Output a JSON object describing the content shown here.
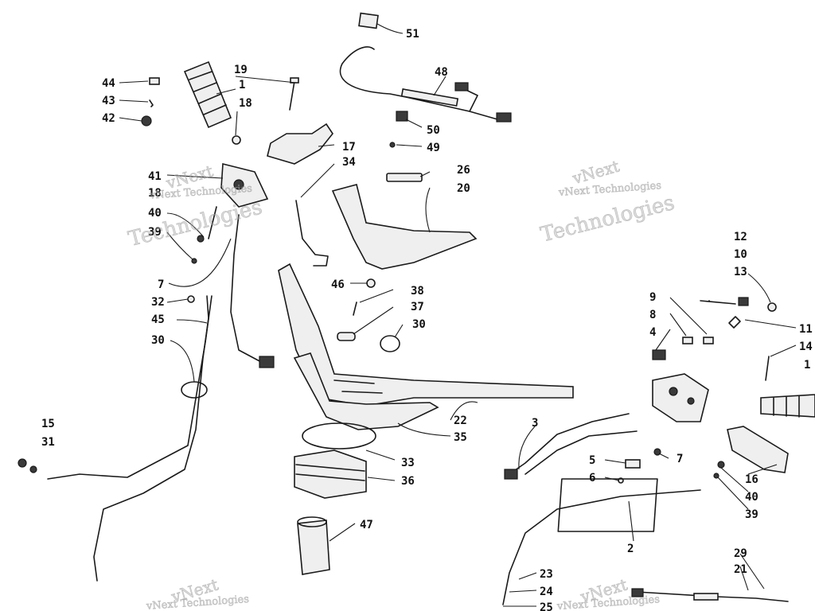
{
  "colors": {
    "ink": "#1a1a1a",
    "watermark": "#aaaaaa",
    "background": "#ffffff"
  },
  "watermark": {
    "line1": "vNext",
    "line2": "Technologies",
    "combined": "vNext Technologies"
  },
  "callouts": {
    "c51": "51",
    "c48": "48",
    "c19": "19",
    "c1a": "1",
    "c44": "44",
    "c43": "43",
    "c42": "42",
    "c18a": "18",
    "c50": "50",
    "c49": "49",
    "c17": "17",
    "c34": "34",
    "c26": "26",
    "c20": "20",
    "c41": "41",
    "c18b": "18",
    "c40a": "40",
    "c39a": "39",
    "c46": "46",
    "c7a": "7",
    "c38": "38",
    "c37": "37",
    "c32": "32",
    "c45": "45",
    "c30a": "30",
    "c30b": "30",
    "c12": "12",
    "c10": "10",
    "c13": "13",
    "c9": "9",
    "c8": "8",
    "c4": "4",
    "c11": "11",
    "c14": "14",
    "c1b": "1",
    "c3": "3",
    "c22": "22",
    "c35": "35",
    "c15": "15",
    "c31": "31",
    "c33": "33",
    "c36": "36",
    "c5": "5",
    "c7b": "7",
    "c6": "6",
    "c16": "16",
    "c40b": "40",
    "c39b": "39",
    "c47": "47",
    "c2": "2",
    "c29": "29",
    "c21": "21",
    "c23": "23",
    "c24": "24",
    "c25": "25"
  }
}
